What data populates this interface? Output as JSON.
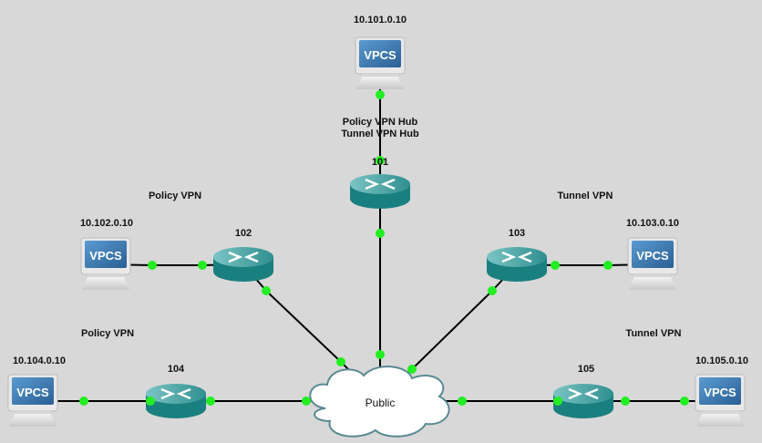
{
  "diagram": {
    "title": "",
    "colors": {
      "background": "#d8d8d8",
      "link": "#000000",
      "port_dot": "#22ee22",
      "router": "#1f8a8a",
      "router_top": "#5fb3b3",
      "vpcs_screen": "#3a78b0",
      "cloud_fill": "#ffffff",
      "cloud_stroke": "#5a8a92"
    },
    "devices": [
      {
        "id": "pc101",
        "type": "vpcs",
        "icon": "computer-icon",
        "screen_text": "VPCS",
        "label": "10.101.0.10"
      },
      {
        "id": "pc102",
        "type": "vpcs",
        "icon": "computer-icon",
        "screen_text": "VPCS",
        "label": "10.102.0.10"
      },
      {
        "id": "pc103",
        "type": "vpcs",
        "icon": "computer-icon",
        "screen_text": "VPCS",
        "label": "10.103.0.10"
      },
      {
        "id": "pc104",
        "type": "vpcs",
        "icon": "computer-icon",
        "screen_text": "VPCS",
        "label": "10.104.0.10"
      },
      {
        "id": "pc105",
        "type": "vpcs",
        "icon": "computer-icon",
        "screen_text": "VPCS",
        "label": "10.105.0.10"
      },
      {
        "id": "r101",
        "type": "router",
        "icon": "router-icon",
        "label": "101"
      },
      {
        "id": "r102",
        "type": "router",
        "icon": "router-icon",
        "label": "102"
      },
      {
        "id": "r103",
        "type": "router",
        "icon": "router-icon",
        "label": "103"
      },
      {
        "id": "r104",
        "type": "router",
        "icon": "router-icon",
        "label": "104"
      },
      {
        "id": "r105",
        "type": "router",
        "icon": "router-icon",
        "label": "105"
      },
      {
        "id": "cloud",
        "type": "cloud",
        "icon": "cloud-icon",
        "label": "Public"
      }
    ],
    "notes": [
      {
        "id": "note-hub",
        "lines": [
          "Policy VPN Hub",
          "Tunnel VPN Hub"
        ]
      },
      {
        "id": "note-102",
        "lines": [
          "Policy VPN"
        ]
      },
      {
        "id": "note-103",
        "lines": [
          "Tunnel VPN"
        ]
      },
      {
        "id": "note-104",
        "lines": [
          "Policy VPN"
        ]
      },
      {
        "id": "note-105",
        "lines": [
          "Tunnel VPN"
        ]
      }
    ],
    "links": [
      {
        "from": "pc101",
        "to": "r101"
      },
      {
        "from": "r101",
        "to": "cloud"
      },
      {
        "from": "pc102",
        "to": "r102"
      },
      {
        "from": "r102",
        "to": "cloud"
      },
      {
        "from": "r103",
        "to": "pc103"
      },
      {
        "from": "r103",
        "to": "cloud"
      },
      {
        "from": "pc104",
        "to": "r104"
      },
      {
        "from": "r104",
        "to": "cloud"
      },
      {
        "from": "cloud",
        "to": "r105"
      },
      {
        "from": "r105",
        "to": "pc105"
      }
    ]
  }
}
